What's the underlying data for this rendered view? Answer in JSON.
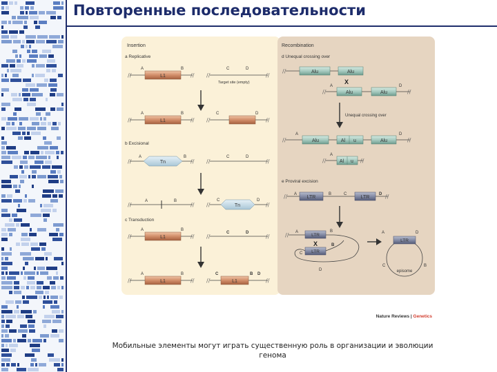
{
  "slide": {
    "title": "Повторенные последовательности",
    "caption": "Мобильные элементы могут играть существенную роль в организации и эволюции генома"
  },
  "figure": {
    "panel_insertion": {
      "heading": "Insertion",
      "section_a": "a  Replicative",
      "section_b": "b  Excisional",
      "section_c": "c  Transduction",
      "target_site": "Target site (empty)",
      "seg_A": "A",
      "seg_B": "B",
      "seg_C": "C",
      "seg_D": "D",
      "element_L1": "L1",
      "element_tn": "Tn",
      "element_tn_inserted": "Tn",
      "element_L1_inserted": "L1"
    },
    "panel_recombination": {
      "heading": "Recombination",
      "section_d": "d  Unequal crossing over",
      "section_e": "e  Proviral excision",
      "unequal_label": "Unequal crossing over",
      "alu": "Alu",
      "alu_left": "Al",
      "alu_right": "u",
      "ltr": "LTR",
      "seg_A": "A",
      "seg_B": "B",
      "seg_C": "C",
      "seg_D": "D",
      "episome": "episome"
    },
    "credit_prefix": "Nature Reviews",
    "credit_sep": " | ",
    "credit_suffix": "Genetics",
    "colors": {
      "l1": "#d79a77",
      "alu": "#a7cbc0",
      "ltr": "#8d93ab",
      "tn": "#c8dde9",
      "insertion_bg": "#fbf1d8",
      "recombination_bg": "#e6d5c1",
      "title": "#1d2c6b",
      "credit_accent": "#d23c2d"
    }
  }
}
